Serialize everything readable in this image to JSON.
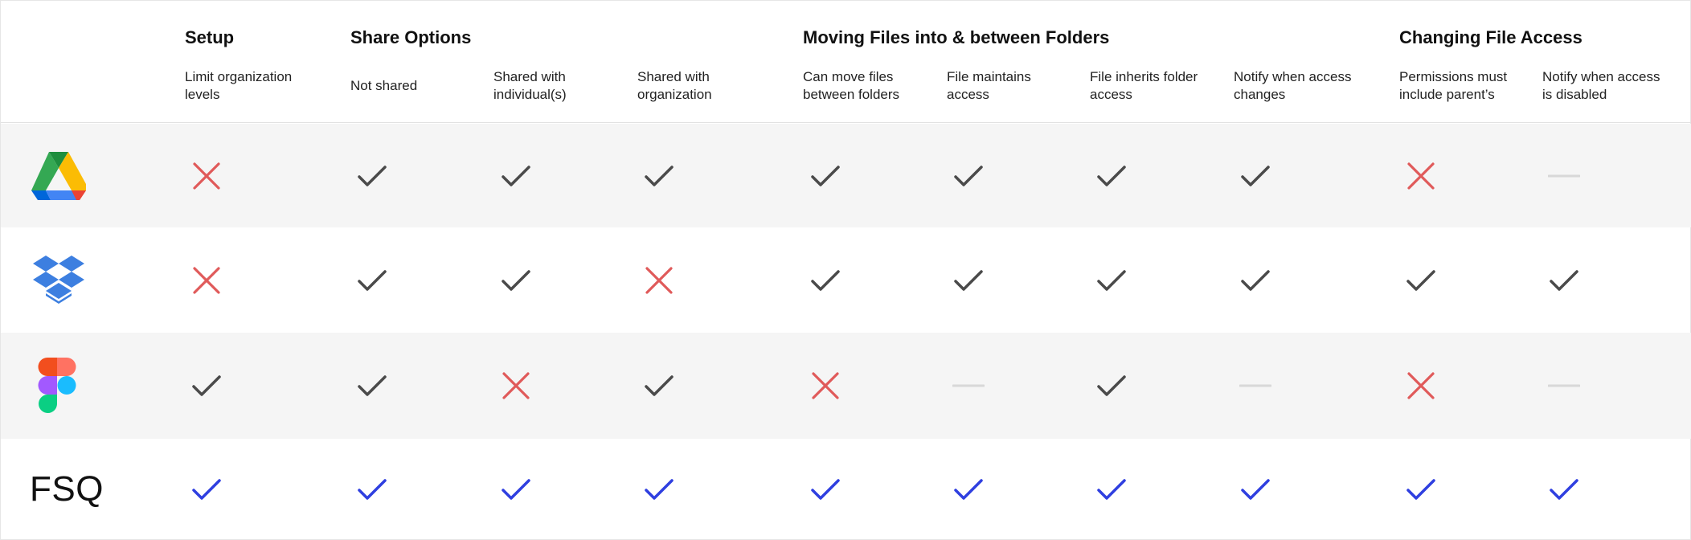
{
  "groups": [
    {
      "title": "Setup"
    },
    {
      "title": "Share Options"
    },
    {
      "title": "Moving Files into & between Folders"
    },
    {
      "title": "Changing File Access"
    }
  ],
  "columns": [
    {
      "label": "Limit organization levels"
    },
    {
      "label": "Not shared"
    },
    {
      "label": "Shared with individual(s)"
    },
    {
      "label": "Shared with organization"
    },
    {
      "label": "Can move files between folders"
    },
    {
      "label": "File maintains access"
    },
    {
      "label": "File inherits folder access"
    },
    {
      "label": "Notify when access changes"
    },
    {
      "label": "Permissions must include parent’s"
    },
    {
      "label": "Notify when access is disabled"
    }
  ],
  "rows": [
    {
      "product_icon": "google-drive-logo",
      "values": [
        "cross",
        "check",
        "check",
        "check",
        "check",
        "check",
        "check",
        "check",
        "cross",
        "dash"
      ]
    },
    {
      "product_icon": "dropbox-logo",
      "values": [
        "cross",
        "check",
        "check",
        "cross",
        "check",
        "check",
        "check",
        "check",
        "check",
        "check"
      ]
    },
    {
      "product_icon": "figma-logo",
      "values": [
        "check",
        "check",
        "cross",
        "check",
        "cross",
        "dash",
        "check",
        "dash",
        "cross",
        "dash"
      ]
    },
    {
      "product_name": "FSQ",
      "values": [
        "check-blue",
        "check-blue",
        "check-blue",
        "check-blue",
        "check-blue",
        "check-blue",
        "check-blue",
        "check-blue",
        "check-blue",
        "check-blue"
      ]
    }
  ],
  "colors": {
    "check": "#4a4a4a",
    "cross": "#e05a5a",
    "dash": "#d8d8d8",
    "check-blue": "#2f3fe0",
    "row_alt_bg": "#f5f5f5"
  }
}
